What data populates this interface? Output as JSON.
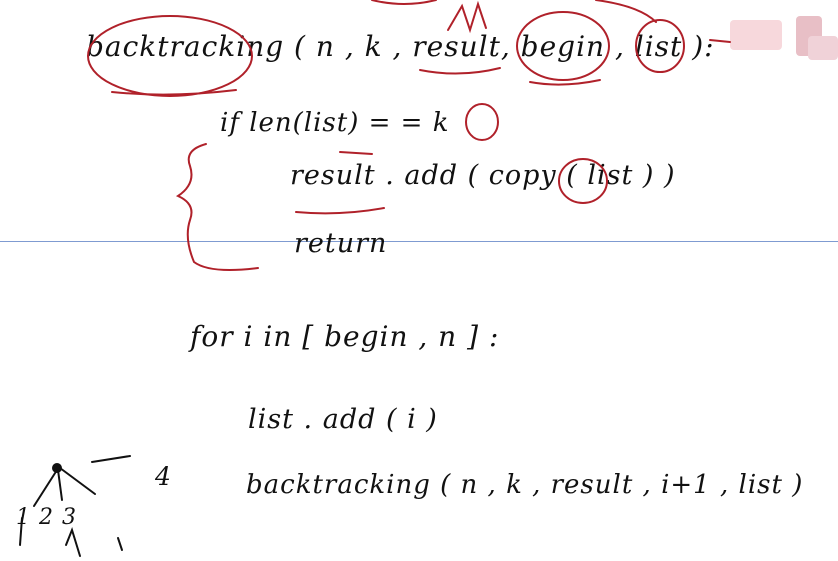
{
  "notes": {
    "line1": "backtracking ( n , k , result, begin , list ):",
    "line2": "if  len(list) = = k",
    "line3": "result . add ( copy ( list ) )",
    "line4": "return",
    "line5": "for  i in [ begin , n ] :",
    "line6": "list . add ( i )",
    "line7": "backtracking ( n , k , result , i+1 , list )"
  },
  "tree": {
    "right_label": "4",
    "child_labels": "1  2  3"
  },
  "colors": {
    "ink": "#111111",
    "annotation": "#b0212a",
    "guide_line": "#7f9bd1"
  }
}
